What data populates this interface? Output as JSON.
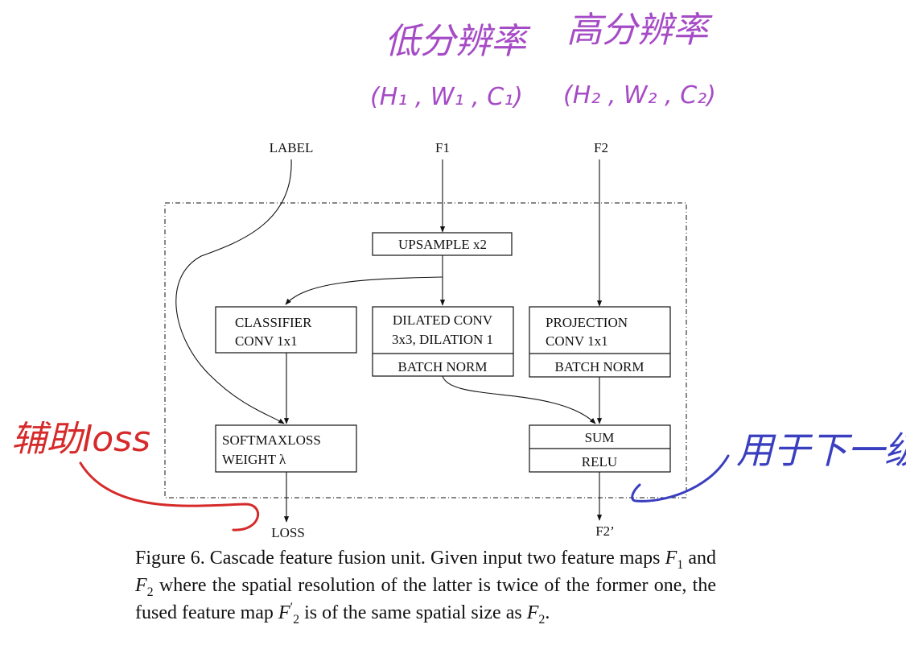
{
  "inputs": {
    "label": "LABEL",
    "f1": "F1",
    "f2": "F2"
  },
  "outputs": {
    "loss": "LOSS",
    "f2_prime": "F2’"
  },
  "blocks": {
    "upsample": "UPSAMPLE x2",
    "classifier_line1": "CLASSIFIER",
    "classifier_line2": "CONV 1x1",
    "dilated_line1": "DILATED CONV",
    "dilated_line2": "3x3, DILATION 1",
    "dilated_bn": "BATCH NORM",
    "projection_line1": "PROJECTION",
    "projection_line2": "CONV 1x1",
    "projection_bn": "BATCH NORM",
    "softmax_line1": "SOFTMAXLOSS",
    "softmax_line2": "WEIGHT λ",
    "sum": "SUM",
    "relu": "RELU"
  },
  "annotations": {
    "low_res": "低分辨率",
    "low_res_shape": "(H₁ , W₁ , C₁)",
    "high_res": "高分辨率",
    "high_res_shape": "(H₂ , W₂ , C₂)",
    "aux_loss": "辅助loss",
    "next_stage": "用于下一级",
    "colors": {
      "purple": "#a64bc6",
      "red": "#d62a2a",
      "blue": "#3a3fc0"
    }
  },
  "caption": {
    "lead": "Figure 6. Cascade feature fusion unit.  Given input two feature maps ",
    "f1_sym": "F",
    "f1_sub": "1",
    "and": " and ",
    "f2_sym": "F",
    "f2_sub": "2",
    "middle": " where the spatial resolution of the latter is twice of the former one, the fused feature map ",
    "f2p_sym": "F",
    "f2p_sup": "′",
    "f2p_sub": "2",
    "tail": " is of the same spatial size as ",
    "f2b_sym": "F",
    "f2b_sub": "2",
    "end": "."
  }
}
